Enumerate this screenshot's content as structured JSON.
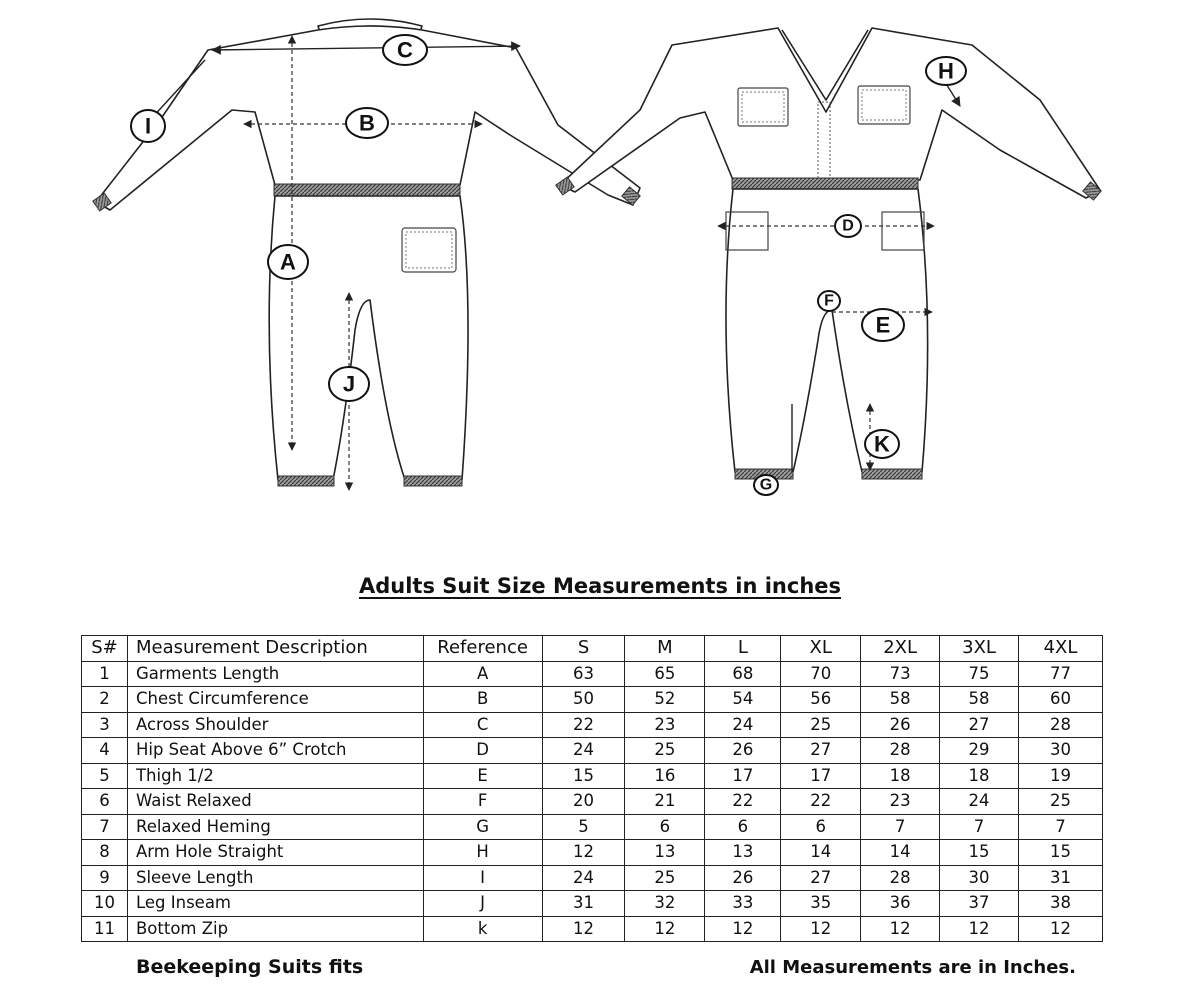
{
  "diagram": {
    "back_labels": [
      "C",
      "B",
      "I",
      "A",
      "J"
    ],
    "front_labels": [
      "H",
      "D",
      "F",
      "E",
      "K",
      "G"
    ]
  },
  "title": "Adults Suit Size Measurements in inches",
  "table": {
    "headers": [
      "S#",
      "Measurement  Description",
      "Reference",
      "S",
      "M",
      "L",
      "XL",
      "2XL",
      "3XL",
      "4XL"
    ],
    "rows": [
      [
        "1",
        "Garments Length",
        "A",
        "63",
        "65",
        "68",
        "70",
        "73",
        "75",
        "77"
      ],
      [
        "2",
        "Chest Circumference",
        "B",
        "50",
        "52",
        "54",
        "56",
        "58",
        "58",
        "60"
      ],
      [
        "3",
        "Across Shoulder",
        "C",
        "22",
        "23",
        "24",
        "25",
        "26",
        "27",
        "28"
      ],
      [
        "4",
        "Hip Seat Above 6” Crotch",
        "D",
        "24",
        "25",
        "26",
        "27",
        "28",
        "29",
        "30"
      ],
      [
        "5",
        "Thigh 1/2",
        "E",
        "15",
        "16",
        "17",
        "17",
        "18",
        "18",
        "19"
      ],
      [
        "6",
        "Waist  Relaxed",
        "F",
        "20",
        "21",
        "22",
        "22",
        "23",
        "24",
        "25"
      ],
      [
        "7",
        "Relaxed Heming",
        "G",
        "5",
        "6",
        "6",
        "6",
        "7",
        "7",
        "7"
      ],
      [
        "8",
        "Arm Hole Straight",
        "H",
        "12",
        "13",
        "13",
        "14",
        "14",
        "15",
        "15"
      ],
      [
        "9",
        "Sleeve Length",
        "I",
        "24",
        "25",
        "26",
        "27",
        "28",
        "30",
        "31"
      ],
      [
        "10",
        "Leg Inseam",
        "J",
        "31",
        "32",
        "33",
        "35",
        "36",
        "37",
        "38"
      ],
      [
        "11",
        "Bottom Zip",
        "k",
        "12",
        "12",
        "12",
        "12",
        "12",
        "12",
        "12"
      ]
    ]
  },
  "footer": {
    "left": "Beekeeping Suits fits",
    "right": "All Measurements are in Inches."
  }
}
